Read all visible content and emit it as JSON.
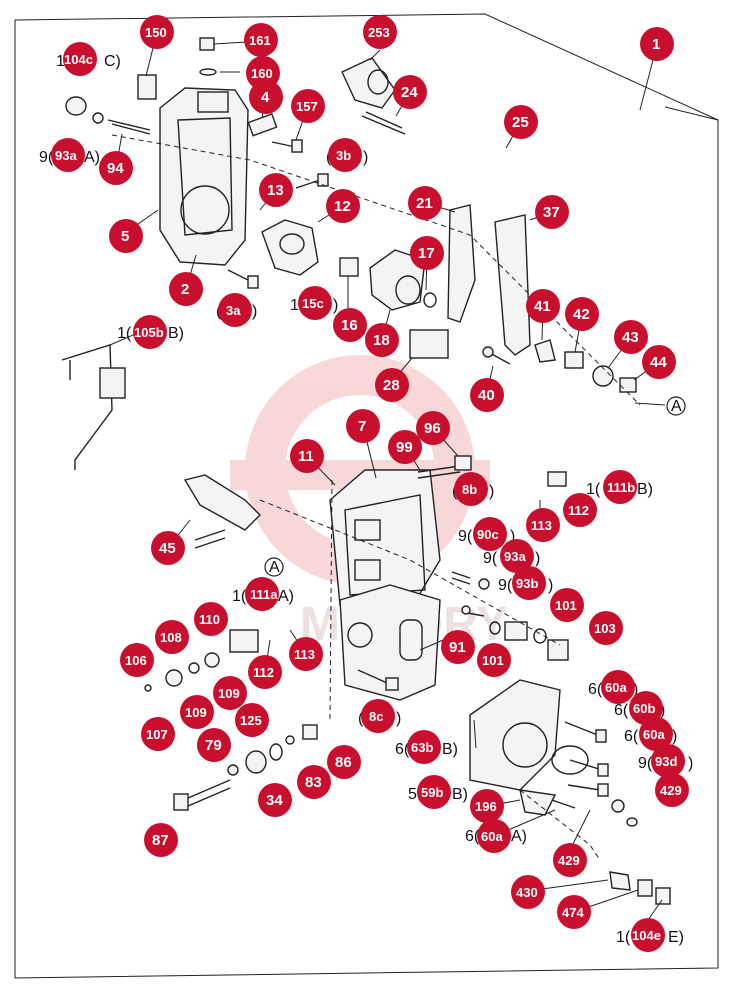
{
  "colors": {
    "badge": "#c8102e",
    "badge_text": "#ffffff",
    "line": "#222222",
    "watermark": "#f2b8b8"
  },
  "watermark_text": "MOTORY",
  "labels": {
    "l1": "1",
    "l150": "150",
    "l161": "161",
    "l253": "253",
    "l104c": "104c",
    "l160": "160",
    "l4": "4",
    "l157": "157",
    "l24": "24",
    "l93a_top": "93a",
    "l94": "94",
    "l3b": "3b",
    "l25": "25",
    "l13": "13",
    "l12": "12",
    "l21": "21",
    "l37": "37",
    "l5": "5",
    "l17": "17",
    "l2": "2",
    "l3a": "3a",
    "l15c": "15c",
    "l16": "16",
    "l18": "18",
    "l41": "41",
    "l42": "42",
    "l43": "43",
    "l44": "44",
    "l105b": "105b",
    "l28": "28",
    "l40": "40",
    "l7": "7",
    "l96": "96",
    "l99": "99",
    "l11": "11",
    "l8b": "8b",
    "l111b": "111b",
    "l112_right": "112",
    "l113_right": "113",
    "l45": "45",
    "l90c": "90c",
    "l93a_mid": "93a",
    "l93b": "93b",
    "l111a": "111a",
    "l110": "110",
    "l108": "108",
    "l101_a": "101",
    "l103": "103",
    "l106": "106",
    "l112_left": "112",
    "l113_left": "113",
    "l91": "91",
    "l101_b": "101",
    "l109_a": "109",
    "l109_b": "109",
    "l107": "107",
    "l125": "125",
    "l60a_1": "60a",
    "l60b": "60b",
    "l8c": "8c",
    "l60a_2": "60a",
    "l79": "79",
    "l63b": "63b",
    "l93d": "93d",
    "l86": "86",
    "l83": "83",
    "l34": "34",
    "l59b": "59b",
    "l429_right": "429",
    "l87": "87",
    "l196": "196",
    "l60a_3": "60a",
    "l429_low": "429",
    "l430": "430",
    "l474": "474",
    "l104e": "104e"
  },
  "prefixes": {
    "p104c": "1(",
    "p93a_top": "9(",
    "p3b": "(",
    "p3a": "(",
    "p15c": "1(",
    "p105b": "1(",
    "p8b": "(",
    "p111b": "1(",
    "p90c": "9(",
    "p93a_mid": "9(",
    "p93b": "9(",
    "p111a": "1(",
    "p60a_1": "6(",
    "p60b": "6(",
    "p8c": "(",
    "p60a_2": "6(",
    "p63b": "6(",
    "p93d": "9(",
    "p59b": "5(",
    "p60a_3": "6(",
    "p104e": "1("
  },
  "suffixes": {
    "s104c": "C)",
    "s93a_top": "A)",
    "s3b": ")",
    "s3a": ")",
    "s15c": ")",
    "s105b": "B)",
    "s8b": ")",
    "s111b": "B)",
    "s90c": ")",
    "s93a_mid": ")",
    "s93b": ")",
    "s111a": "A)",
    "s60a_1": ")",
    "s60b": ")",
    "s8c": ")",
    "s60a_2": ")",
    "s63b": "B)",
    "s93d": ")",
    "s59b": "B)",
    "s60a_3": "A)",
    "s104e": "E)"
  },
  "markers": {
    "a_right": "A",
    "a_mid": "A"
  }
}
